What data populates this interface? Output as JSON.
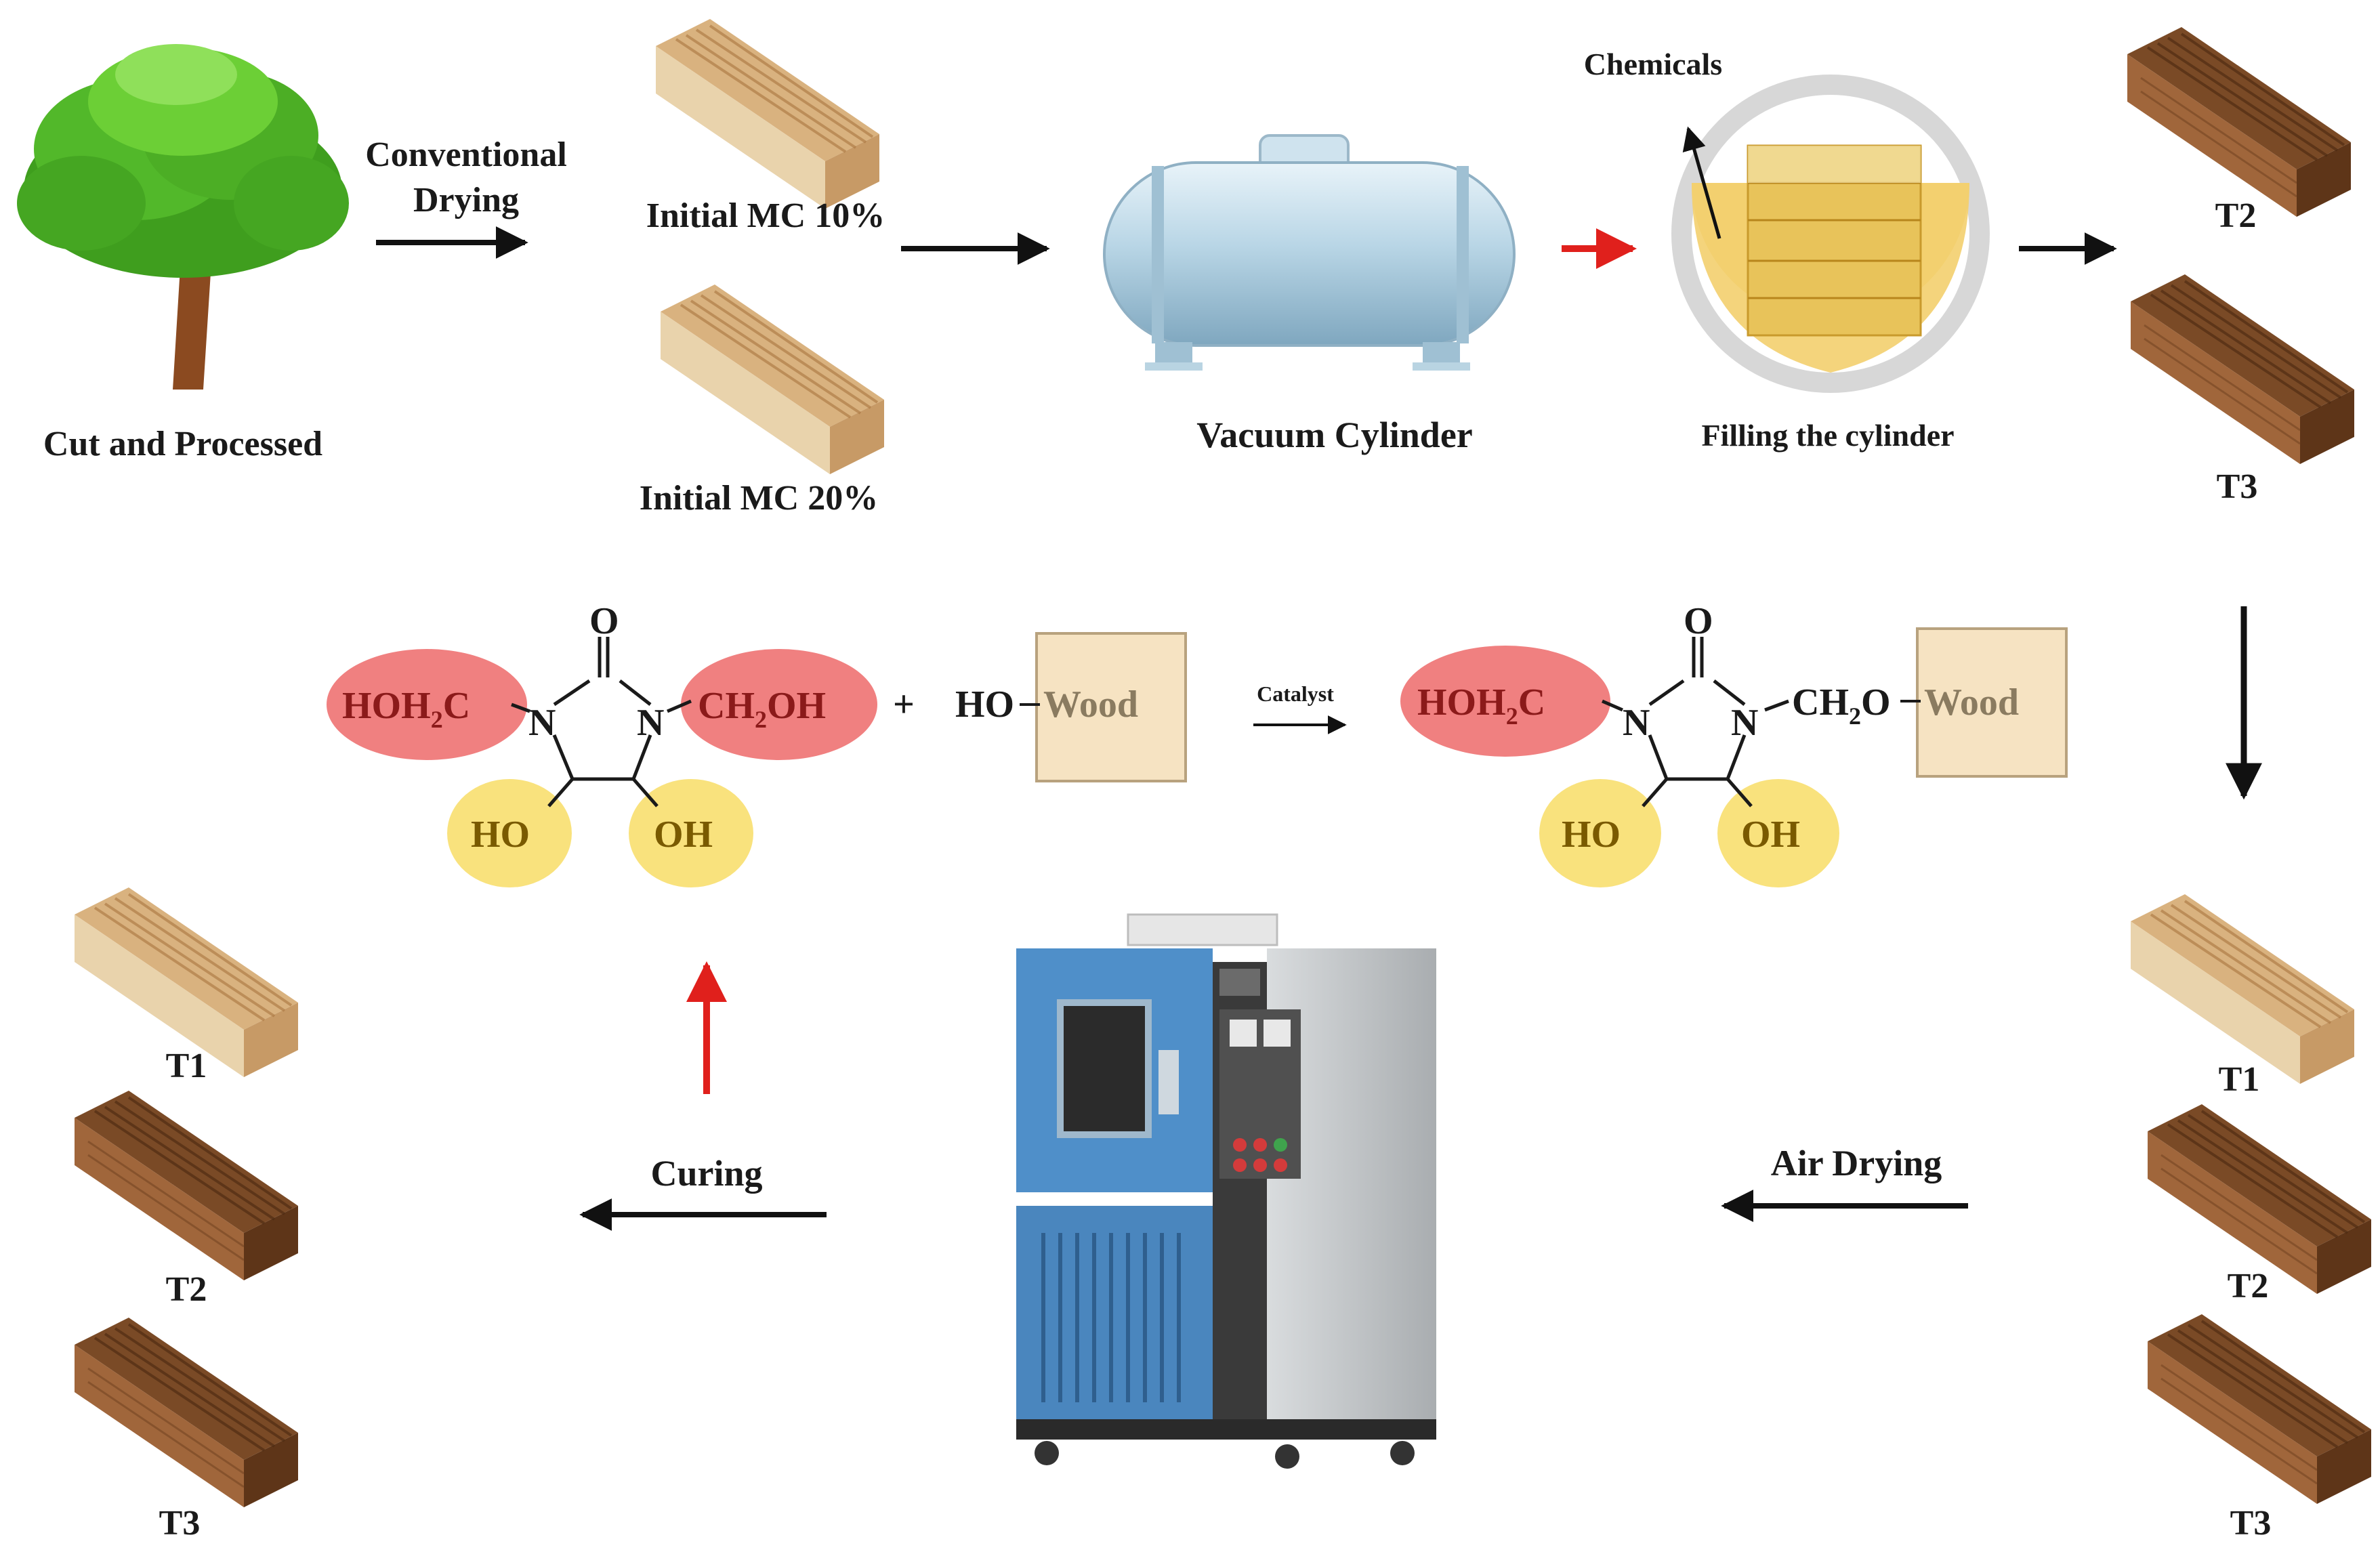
{
  "labels": {
    "cut_processed": "Cut and Processed",
    "conventional": "Conventional",
    "drying": "Drying",
    "initial_mc_10": "Initial MC 10%",
    "initial_mc_20": "Initial MC 20%",
    "vacuum_cylinder": "Vacuum Cylinder",
    "chemicals": "Chemicals",
    "filling_cylinder": "Filling the cylinder",
    "air_drying": "Air Drying",
    "curing": "Curing",
    "t1": "T1",
    "t2": "T2",
    "t3": "T3"
  },
  "reaction": {
    "hoh2c": "HOH",
    "sub2": "2",
    "c": "C",
    "ch2oh_ch": "CH",
    "ch2oh_oh": "OH",
    "n": "N",
    "o": "O",
    "ho": "HO",
    "oh": "OH",
    "plus": "+",
    "ho_wood": "HO",
    "wood": "Wood",
    "catalyst": "Catalyst",
    "ch2o_ch": "CH",
    "ch2o_o": "O"
  },
  "colors": {
    "red_blob": "#f08080",
    "yellow_blob": "#f9e27d",
    "wood_box": "#f6e3c2",
    "arrow_red": "#e0201c",
    "chem_dark": "#1a1a1a",
    "chem_text_red": "#8b1a1a",
    "chem_text_yellow": "#7a5a00"
  }
}
